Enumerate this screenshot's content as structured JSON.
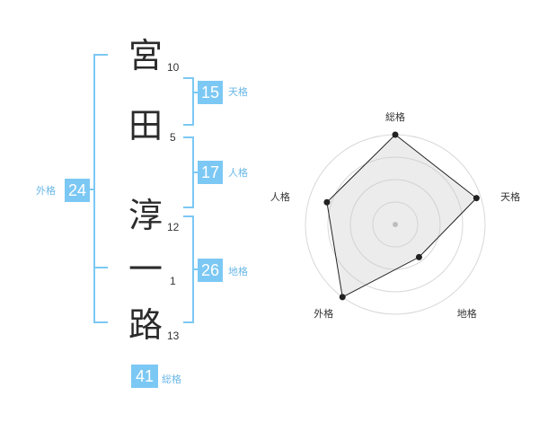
{
  "name_chars": [
    {
      "char": "宮",
      "strokes": "10"
    },
    {
      "char": "田",
      "strokes": "5"
    },
    {
      "char": "淳",
      "strokes": "12"
    },
    {
      "char": "一",
      "strokes": "1"
    },
    {
      "char": "路",
      "strokes": "13"
    }
  ],
  "kakusu": {
    "tenkaku": {
      "value": "15",
      "label": "天格"
    },
    "jinkaku": {
      "value": "17",
      "label": "人格"
    },
    "chikaku": {
      "value": "26",
      "label": "地格"
    },
    "gaikaku": {
      "value": "24",
      "label": "外格"
    },
    "soukaku": {
      "value": "41",
      "label": "総格"
    }
  },
  "colors": {
    "accent": "#7cc8f4",
    "text": "#2b2b2b"
  },
  "chart_data": {
    "type": "radar",
    "axes": [
      "総格",
      "天格",
      "地格",
      "外格",
      "人格"
    ],
    "values": [
      1.0,
      0.95,
      0.45,
      1.0,
      0.8
    ],
    "max": 1,
    "rings": 4
  }
}
